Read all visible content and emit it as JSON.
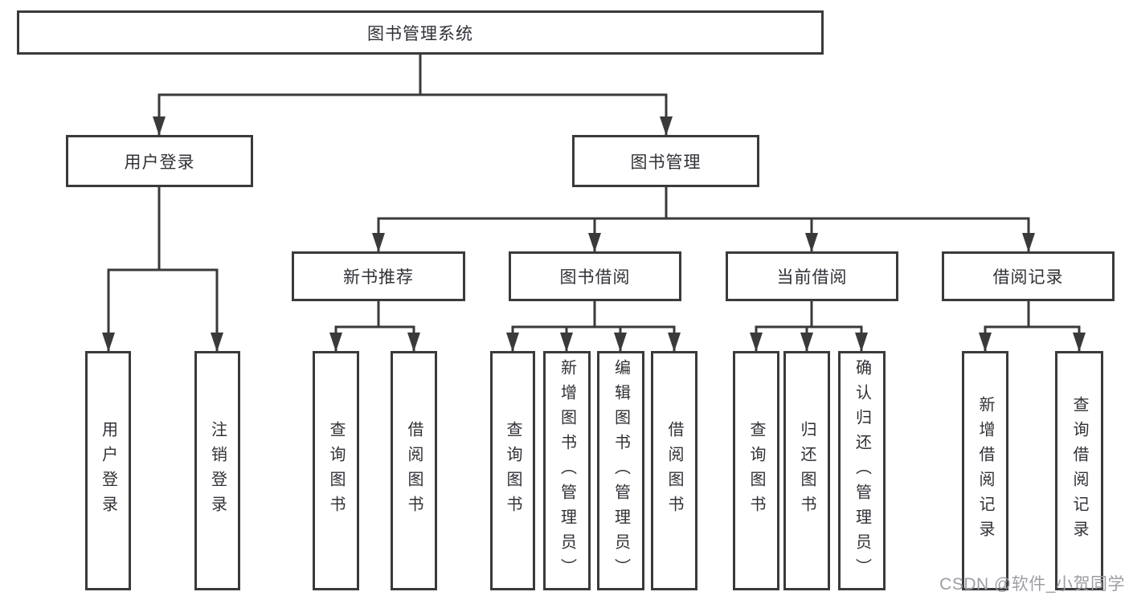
{
  "colors": {
    "line": "#3a3a3a",
    "box_border": "#3a3a3a",
    "text": "#303137",
    "watermark": "#9d9da5",
    "background": "#ffffff"
  },
  "watermark": "CSDN @软件_小贺同学",
  "diagram": {
    "root": "图书管理系统",
    "branches": [
      {
        "label": "用户登录",
        "children": [
          {
            "label": "用户登录"
          },
          {
            "label": "注销登录"
          }
        ]
      },
      {
        "label": "图书管理",
        "children": [
          {
            "label": "新书推荐",
            "children": [
              {
                "label": "查询图书"
              },
              {
                "label": "借阅图书"
              }
            ]
          },
          {
            "label": "图书借阅",
            "children": [
              {
                "label": "查询图书"
              },
              {
                "label": "新增图书（管理员）"
              },
              {
                "label": "编辑图书（管理员）"
              },
              {
                "label": "借阅图书"
              }
            ]
          },
          {
            "label": "当前借阅",
            "children": [
              {
                "label": "查询图书"
              },
              {
                "label": "归还图书"
              },
              {
                "label": "确认归还（管理员）"
              }
            ]
          },
          {
            "label": "借阅记录",
            "children": [
              {
                "label": "新增借阅记录"
              },
              {
                "label": "查询借阅记录"
              }
            ]
          }
        ]
      }
    ]
  }
}
